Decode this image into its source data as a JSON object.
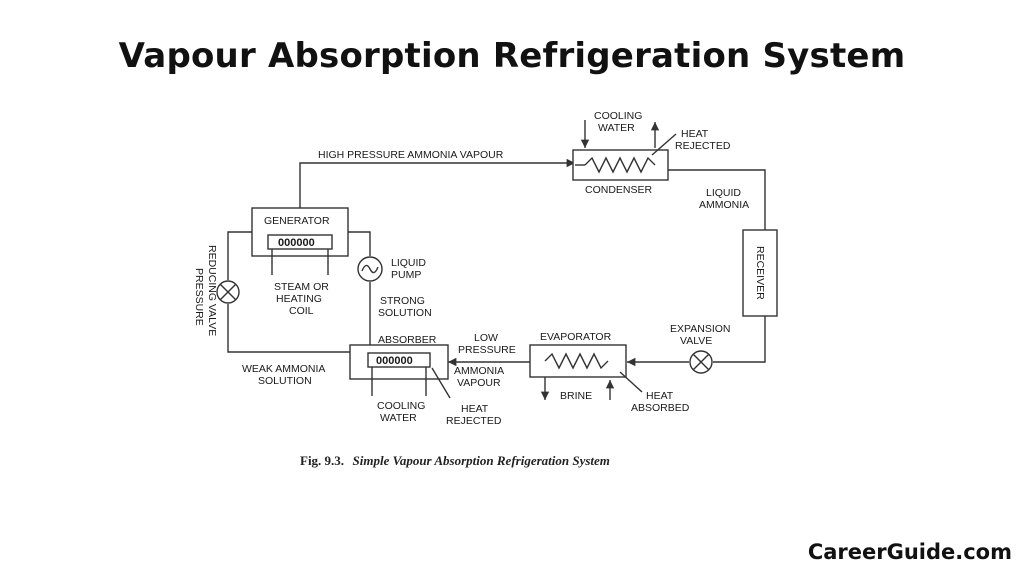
{
  "title": "Vapour Absorption Refrigeration System",
  "brand": "CareerGuide.com",
  "diagram": {
    "caption_num": "Fig. 9.3.",
    "caption_text": "Simple Vapour Absorption Refrigeration System",
    "labels": {
      "high_pressure": "HIGH PRESSURE AMMONIA VAPOUR",
      "cooling_water_top_1": "COOLING",
      "cooling_water_top_2": "WATER",
      "heat_rejected_top_1": "HEAT",
      "heat_rejected_top_2": "REJECTED",
      "condenser": "CONDENSER",
      "liquid_ammonia_1": "LIQUID",
      "liquid_ammonia_2": "AMMONIA",
      "receiver": "RECEIVER",
      "generator": "GENERATOR",
      "coil_symbol": "000000",
      "steam_1": "STEAM OR",
      "steam_2": "HEATING",
      "steam_3": "COIL",
      "liquid_pump_1": "LIQUID",
      "liquid_pump_2": "PUMP",
      "strong_1": "STRONG",
      "strong_2": "SOLUTION",
      "prv_1": "PRESSURE",
      "prv_2": "REDUCING VALVE",
      "weak_1": "WEAK AMMONIA",
      "weak_2": "SOLUTION",
      "absorber": "ABSORBER",
      "low_pressure_1": "LOW",
      "low_pressure_2": "PRESSURE",
      "ammonia_vapour_1": "AMMONIA",
      "ammonia_vapour_2": "VAPOUR",
      "cooling_water_bot_1": "COOLING",
      "cooling_water_bot_2": "WATER",
      "heat_rejected_bot_1": "HEAT",
      "heat_rejected_bot_2": "REJECTED",
      "evaporator": "EVAPORATOR",
      "brine": "BRINE",
      "heat_absorbed_1": "HEAT",
      "heat_absorbed_2": "ABSORBED",
      "expansion_1": "EXPANSION",
      "expansion_2": "VALVE"
    }
  }
}
